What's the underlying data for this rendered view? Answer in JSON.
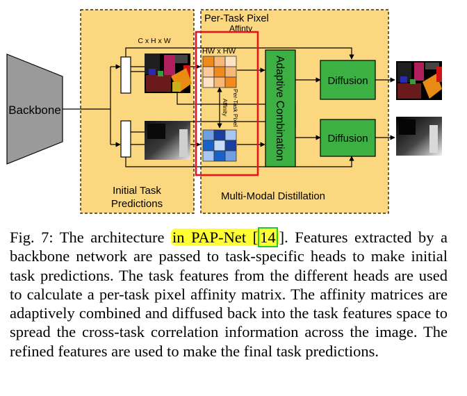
{
  "diagram": {
    "backbone_label": "Backbone",
    "chw_label": "C x H x W",
    "hwhw_label": "HW x HW",
    "per_task_pixel_affinity_title_line1": "Per-Task Pixel",
    "per_task_pixel_affinity_title_line2": "Affinty",
    "rotated_per_task_pixel": "Per-Task Pixel",
    "rotated_affinity": "Affinity",
    "adaptive_combination_label": "Adaptive Combination",
    "diffusion_top_label": "Diffusion",
    "diffusion_bottom_label": "Diffusion",
    "initial_task_predictions_line1": "Initial Task",
    "initial_task_predictions_line2": "Predictions",
    "multi_modal_distillation_label": "Multi-Modal Distillation",
    "colors": {
      "panel_fill": "#fbd77f",
      "box_green": "#3cb043",
      "highlight_red": "#e8141b",
      "affinity_orange": "#f08a1c",
      "affinity_blue": "#1a62c7",
      "backbone_gray": "#9a9a9a"
    }
  },
  "caption": {
    "prefix": "Fig. 7: The architecture ",
    "highlight": "in PAP-Net [",
    "cite_number": "14",
    "suffix": "]. Features extracted by a backbone network are passed to task-specific heads to make initial task predictions. The task features from the different heads are used to calculate a per-task pixel affinity matrix. The affinity matrices are adaptively combined and diffused back into the task features space to spread the cross-task correlation information across the image. The refined features are used to make the final task predictions."
  }
}
